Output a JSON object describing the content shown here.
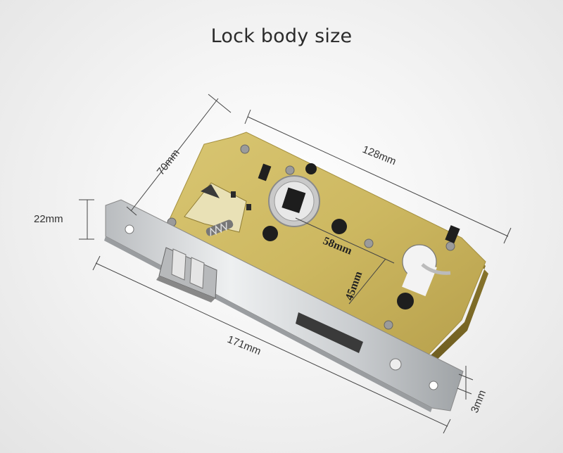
{
  "title": "Lock body size",
  "dimensions": {
    "height": "70mm",
    "length": "128mm",
    "faceplate_width": "22mm",
    "faceplate_length": "171mm",
    "faceplate_thickness": "3mm",
    "backset": "58mm",
    "center_distance": "45mm"
  }
}
